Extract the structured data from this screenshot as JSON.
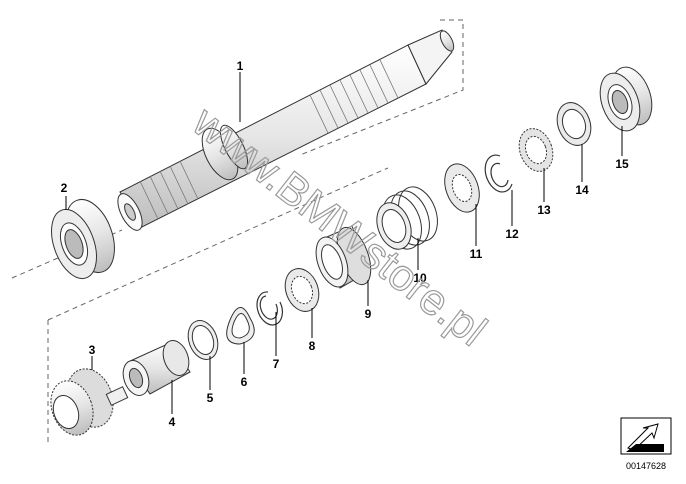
{
  "watermark": "www.BMWstore.pl",
  "diagram_code": "00147628",
  "icons": {
    "nav": "arrow-right-icon"
  },
  "callouts": [
    "1",
    "2",
    "3",
    "4",
    "5",
    "6",
    "7",
    "8",
    "9",
    "10",
    "11",
    "12",
    "13",
    "14",
    "15"
  ]
}
